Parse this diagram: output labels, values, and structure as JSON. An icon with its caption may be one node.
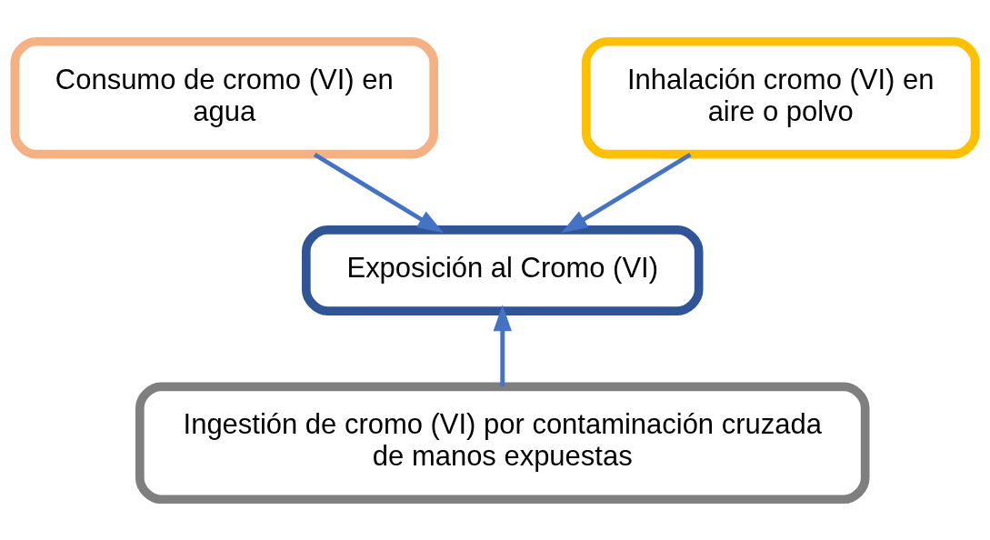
{
  "diagram": {
    "nodes": [
      {
        "text": [
          "Consumo de cromo (VI) en agua"
        ]
      },
      {
        "text": [
          "Inhalación cromo (VI) en aire o polvo"
        ]
      },
      {
        "text": [
          "Exposición al Cromo (VI)"
        ]
      },
      {
        "text": [
          "Ingestión de cromo (VI) por contaminación cruzada de manos expuestas"
        ]
      }
    ],
    "edges": [
      {
        "from": 0,
        "to": 2,
        "arrow": "to"
      },
      {
        "from": 1,
        "to": 2,
        "arrow": "to"
      },
      {
        "from": 3,
        "to": 2,
        "arrow": "to"
      }
    ]
  }
}
